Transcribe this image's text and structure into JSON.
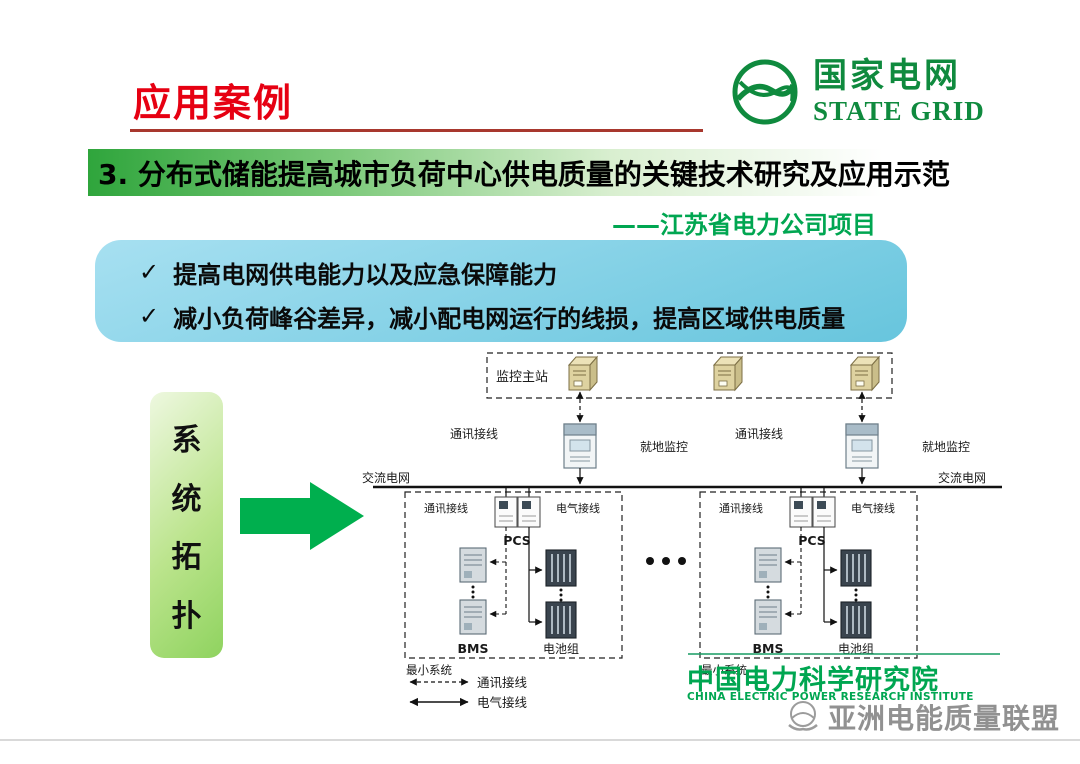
{
  "header": {
    "title": "应用案例",
    "logo_cn": "国家电网",
    "logo_en": "STATE GRID"
  },
  "banner": {
    "text": "3. 分布式储能提高城市负荷中心供电质量的关键技术研究及应用示范",
    "subtitle": "——江苏省电力公司项目"
  },
  "highlights": {
    "check": "✓",
    "items": [
      "提高电网供电能力以及应急保障能力",
      "减小负荷峰谷差异，减小配电网运行的线损，提高区域供电质量"
    ]
  },
  "side": {
    "chars": [
      "系",
      "统",
      "拓",
      "扑"
    ]
  },
  "diagram": {
    "monitor_station": "监控主站",
    "comm_wiring": "通讯接线",
    "elec_wiring": "电气接线",
    "local_monitor": "就地监控",
    "ac_grid": "交流电网",
    "pcs": "PCS",
    "bms": "BMS",
    "battery_pack": "电池组",
    "min_system": "最小系统"
  },
  "footer": {
    "institute_cn": "中国电力科学研究院",
    "institute_en": "CHINA ELECTRIC POWER RESEARCH INSTITUTE",
    "watermark": "亚洲电能质量联盟"
  },
  "colors": {
    "title_red": "#e60012",
    "brand_green": "#0f8a3e",
    "accent_green": "#00a651",
    "banner_green": "#2fa53c",
    "highlight_cyan": "#67c5dd",
    "arrow_green": "#00af4e",
    "watermark_gray": "#919191"
  }
}
